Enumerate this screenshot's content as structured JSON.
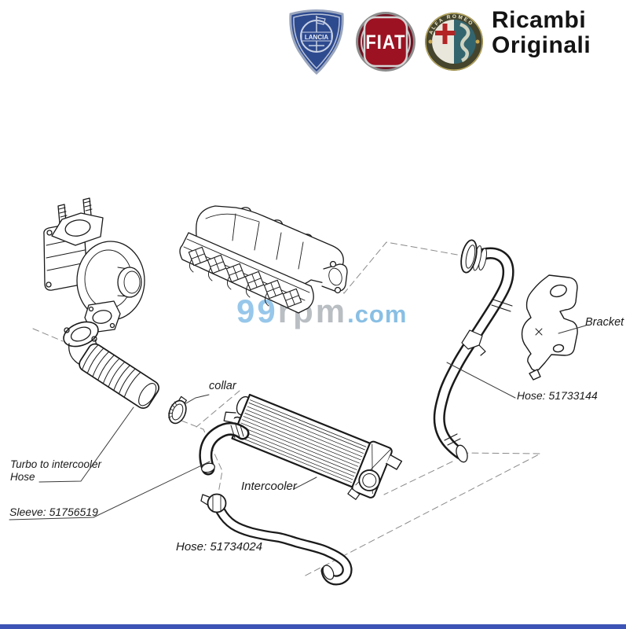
{
  "header": {
    "brand_line1": "Ricambi",
    "brand_line2": "Originali",
    "logos": {
      "lancia": {
        "name": "Lancia",
        "text": "LANCIA"
      },
      "fiat": {
        "name": "Fiat",
        "text": "FIAT"
      },
      "alfa": {
        "name": "Alfa Romeo",
        "text": "ALFA ROMEO"
      }
    }
  },
  "watermark": {
    "part1": "99",
    "part2": "rpm",
    "part3": ".com"
  },
  "labels": {
    "collar": "collar",
    "turbo_hose_line1": "Turbo to intercooler",
    "turbo_hose_line2": "Hose",
    "sleeve": "Sleeve: 51756519",
    "intercooler": "Intercooler",
    "hose_bottom": "Hose: 51734024",
    "hose_right": "Hose: 51733144",
    "bracket": "Bracket"
  },
  "colors": {
    "line": "#1a1a1a",
    "label": "#1a1a1a",
    "watermark_blue": "#8cc2e8",
    "watermark_gray": "#b2b8bd",
    "footer_bar": "#3d53b5"
  }
}
